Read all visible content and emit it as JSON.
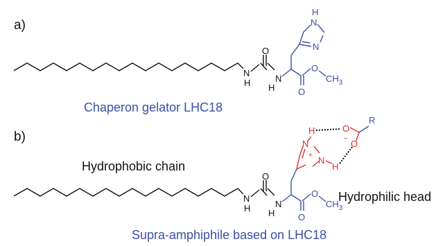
{
  "colors": {
    "ink": "#111111",
    "blue": "#3b4fa6",
    "red": "#e02b2b"
  },
  "panel_a": {
    "label": "a)",
    "caption": "Chaperon gelator LHC18",
    "atoms": {
      "urea_O": "O",
      "urea_N_left": "N",
      "urea_H_left": "H",
      "urea_N_right": "N",
      "urea_H_right": "H",
      "ester_O_double": "O",
      "ester_O_single": "O",
      "methyl": "CH",
      "methyl_sub": "3",
      "imid_NH_N": "N",
      "imid_NH_H": "H",
      "imid_N": "N"
    }
  },
  "panel_b": {
    "label": "b)",
    "caption": "Supra-amphiphile based on LHC18",
    "hydrophobic_label": "Hydrophobic chain",
    "hydrophilic_label": "Hydrophilic head",
    "atoms": {
      "urea_O": "O",
      "urea_N_left": "N",
      "urea_H_left": "H",
      "urea_N_right": "N",
      "urea_H_right": "H",
      "ester_O_double": "O",
      "ester_O_single": "O",
      "methyl": "CH",
      "methyl_sub": "3",
      "imid_H_top": "H",
      "imid_N_top": "N",
      "imid_plus": "+",
      "imid_N_bottom": "N",
      "imid_H_bottom": "H",
      "carboxyl_O_top": "O",
      "carboxyl_O_bottom": "O",
      "carboxyl_minus": "−",
      "carboxyl_R": "R"
    }
  }
}
